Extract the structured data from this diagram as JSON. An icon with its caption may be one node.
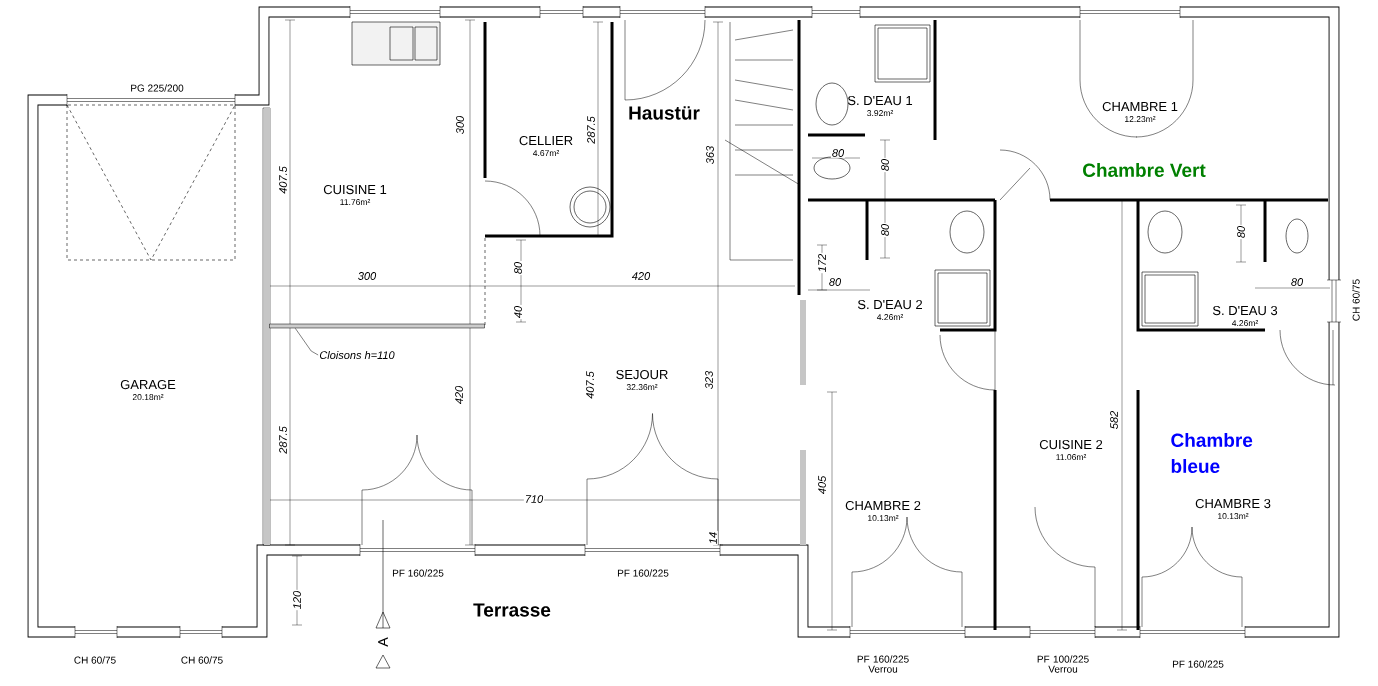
{
  "diagram": {
    "nodes": [
      {
        "text": [
          "CUISINE 1",
          "11.76m²"
        ]
      },
      {
        "text": [
          "CELLIER",
          "4.67m²"
        ]
      },
      {
        "text": [
          "S. D'EAU 1",
          "3.92m²"
        ]
      },
      {
        "text": [
          "CHAMBRE 1",
          "12.23m²"
        ]
      },
      {
        "text": [
          "S. D'EAU 2",
          "4.26m²"
        ]
      },
      {
        "text": [
          "S. D'EAU 3",
          "4.26m²"
        ]
      },
      {
        "text": [
          "Cloisons h=110"
        ]
      },
      {
        "text": [],
        "shape": "bar"
      },
      {
        "text": [
          "GARAGE",
          "20.18m²"
        ]
      },
      {
        "text": [
          "SEJOUR",
          "32.36m²"
        ]
      },
      {
        "text": [
          "CUISINE 2",
          "11.06m²"
        ]
      },
      {
        "text": [
          "CHAMBRE 2",
          "10.13m²"
        ]
      },
      {
        "text": [
          "CHAMBRE 3",
          "10.13m²"
        ]
      }
    ],
    "edges": [
      {
        "from": 6,
        "to": 7,
        "arrow": "none"
      }
    ],
    "labels": [
      "PG 225/200",
      "Haustür",
      "300",
      "287.5",
      "80",
      "363",
      "80",
      "Chambre Vert",
      "407.5",
      "80",
      "80",
      "172",
      "80",
      "300",
      "420",
      "80",
      "80",
      "CH 60/75",
      "40",
      "420",
      "407.5",
      "323",
      "Chambre bleue",
      "287.5",
      "582",
      "405",
      "710",
      "14",
      "PF 160/225",
      "PF 160/225",
      "120",
      "Terrasse",
      "A",
      "CH 60/75",
      "CH 60/75",
      "PF 160/225 Verrou",
      "PF 100/225 Verrou",
      "PF 160/225"
    ]
  }
}
